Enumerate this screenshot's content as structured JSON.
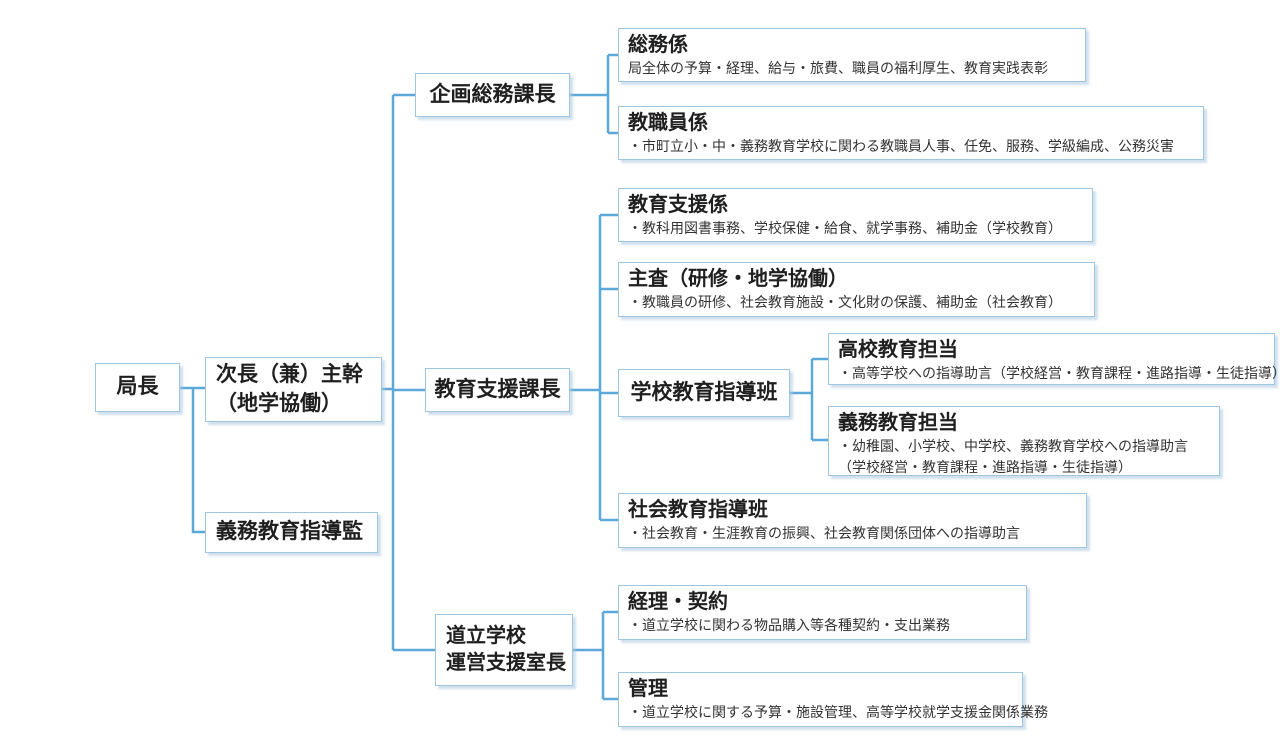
{
  "colors": {
    "line": "#5BA8D9",
    "box_border": "#9CC6E4",
    "title_text": "#1f1f1f",
    "desc_text": "#333333"
  },
  "org": {
    "kyokucho": {
      "label": "局長"
    },
    "jicho": {
      "label": "次長（兼）主幹\n（地学協働）"
    },
    "gimu_shidokan": {
      "label": "義務教育指導監"
    },
    "kikaku_somu_kacho": {
      "label": "企画総務課長"
    },
    "kyoiku_shien_kacho": {
      "label": "教育支援課長"
    },
    "doritsu_shitsucho": {
      "label": "道立学校\n運営支援室長"
    },
    "gakko_kyoiku_shido_han": {
      "label": "学校教育指導班"
    },
    "somu_kakari": {
      "title": "総務係",
      "desc": "局全体の予算・経理、給与・旅費、職員の福利厚生、教育実践表彰"
    },
    "kyoshokuin_kakari": {
      "title": "教職員係",
      "desc": "・市町立小・中・義務教育学校に関わる教職員人事、任免、服務、学級編成、公務災害"
    },
    "kyoiku_shien_kakari": {
      "title": "教育支援係",
      "desc": "・教科用図書事務、学校保健・給食、就学事務、補助金（学校教育）"
    },
    "shusa": {
      "title": "主査（研修・地学協働）",
      "desc": "・教職員の研修、社会教育施設・文化財の保護、補助金（社会教育）"
    },
    "koko_kyoiku_tanto": {
      "title": "高校教育担当",
      "desc": "・高等学校への指導助言（学校経営・教育課程・進路指導・生徒指導）"
    },
    "gimu_kyoiku_tanto": {
      "title": "義務教育担当",
      "desc": "・幼稚園、小学校、中学校、義務教育学校への指導助言\n（学校経営・教育課程・進路指導・生徒指導）"
    },
    "shakai_kyoiku_shido_han": {
      "title": "社会教育指導班",
      "desc": "・社会教育・生涯教育の振興、社会教育関係団体への指導助言"
    },
    "keiri_keiyaku": {
      "title": "経理・契約",
      "desc": "・道立学校に関わる物品購入等各種契約・支出業務"
    },
    "kanri": {
      "title": "管理",
      "desc": "・道立学校に関する予算・施設管理、高等学校就学支援金関係業務"
    }
  }
}
